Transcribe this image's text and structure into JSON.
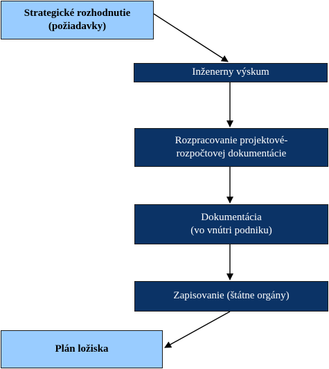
{
  "diagram": {
    "nodes": [
      {
        "id": "strategic",
        "label": "Strategické rozhodnutie\n(požiadavky)",
        "style": "light"
      },
      {
        "id": "research",
        "label": "Inženerny výskum",
        "style": "dark"
      },
      {
        "id": "project",
        "label": "Rozpracovanie projektové-\nrozpočtovej dokumentácie",
        "style": "dark"
      },
      {
        "id": "internal",
        "label": "Dokumentácia\n(vo vnútri podniku)",
        "style": "dark"
      },
      {
        "id": "registration",
        "label": "Zapisovanie (štátne orgány)",
        "style": "dark"
      },
      {
        "id": "plan",
        "label": "Plán ložiska",
        "style": "light"
      }
    ],
    "edges": [
      {
        "from": "strategic",
        "to": "research"
      },
      {
        "from": "research",
        "to": "project"
      },
      {
        "from": "project",
        "to": "internal"
      },
      {
        "from": "internal",
        "to": "registration"
      },
      {
        "from": "registration",
        "to": "plan"
      }
    ],
    "colors": {
      "light_fill": "#99ccff",
      "dark_fill": "#0b3366",
      "line": "#000000"
    }
  }
}
